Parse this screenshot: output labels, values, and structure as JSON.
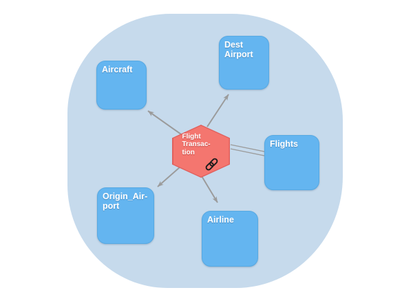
{
  "diagram": {
    "type": "entity-graph",
    "cluster": {
      "shape": "organic-blob",
      "color": "#c6daec"
    },
    "colors": {
      "page_background": "#ffffff",
      "node_fill": "#64b5f0",
      "node_border": "#56a9e3",
      "node_text": "#ffffff",
      "center_fill": "#f4766f",
      "center_border": "#e0605d",
      "center_text": "#ffffff",
      "edge": "#9b9b9b",
      "link_icon": "#1c1c1c"
    },
    "center_node": {
      "id": "flight-transaction",
      "label": "Flight Transaction",
      "lines": [
        "Flight",
        "Transac-",
        "tion"
      ],
      "shape": "hexagon",
      "icon": "link-icon"
    },
    "nodes": [
      {
        "id": "aircraft",
        "label": "Aircraft",
        "lines": [
          "Aircraft",
          ""
        ]
      },
      {
        "id": "dest-airport",
        "label": "Dest Airport",
        "lines": [
          "Dest",
          "Airport"
        ]
      },
      {
        "id": "flights",
        "label": "Flights",
        "lines": [
          "Flights",
          ""
        ]
      },
      {
        "id": "origin-airport",
        "label": "Origin_Airport",
        "lines": [
          "Origin_Air-",
          "port"
        ]
      },
      {
        "id": "airline",
        "label": "Airline",
        "lines": [
          "Airline",
          ""
        ]
      }
    ],
    "edges": [
      {
        "from": "flight-transaction",
        "to": "aircraft",
        "style": "single",
        "arrow": true
      },
      {
        "from": "flight-transaction",
        "to": "dest-airport",
        "style": "single",
        "arrow": true
      },
      {
        "from": "flight-transaction",
        "to": "flights",
        "style": "double-parallel",
        "arrow": false
      },
      {
        "from": "flight-transaction",
        "to": "origin-airport",
        "style": "single",
        "arrow": true
      },
      {
        "from": "flight-transaction",
        "to": "airline",
        "style": "single",
        "arrow": true
      }
    ]
  }
}
